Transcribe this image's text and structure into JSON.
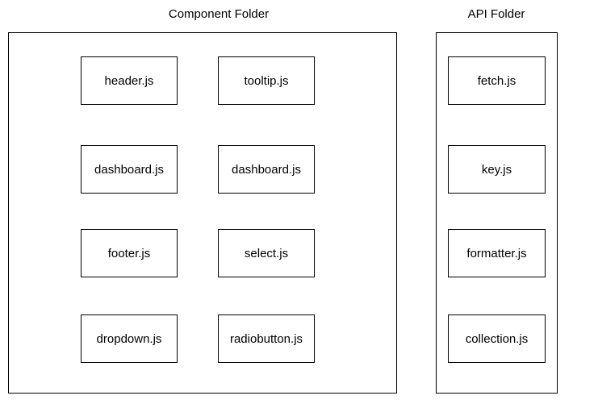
{
  "canvas": {
    "background_color": "#ffffff",
    "border_color": "#000000",
    "text_color": "#000000"
  },
  "folders": [
    {
      "title": "Component Folder",
      "files": [
        "header.js",
        "tooltip.js",
        "dashboard.js",
        "dashboard.js",
        "footer.js",
        "select.js",
        "dropdown.js",
        "radiobutton.js"
      ]
    },
    {
      "title": "API Folder",
      "files": [
        "fetch.js",
        "key.js",
        "formatter.js",
        "collection.js"
      ]
    }
  ]
}
